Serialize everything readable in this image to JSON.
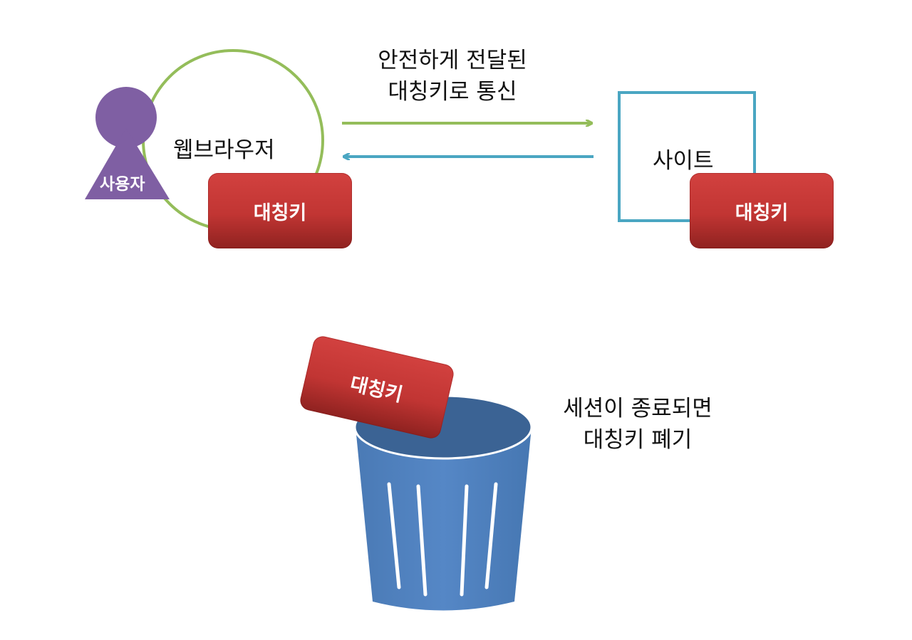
{
  "labels": {
    "user": "사용자",
    "browser": "웹브라우저",
    "site": "사이트",
    "comm_line1": "안전하게 전달된",
    "comm_line2": "대칭키로 통신",
    "discard_line1": "세션이 종료되면",
    "discard_line2": "대칭키 폐기"
  },
  "keys": {
    "browser_key": "대칭키",
    "site_key": "대칭키",
    "trash_key": "대칭키"
  },
  "colors": {
    "user": "#7f5fa3",
    "browser_circle": "#94bd5a",
    "site_box": "#4aa6c2",
    "arrow_to_site": "#94bd5a",
    "arrow_to_browser": "#4aa6c2",
    "key_card": "#c33634",
    "trash_can": "#4f81bd",
    "trash_can_top": "#3b6394"
  }
}
